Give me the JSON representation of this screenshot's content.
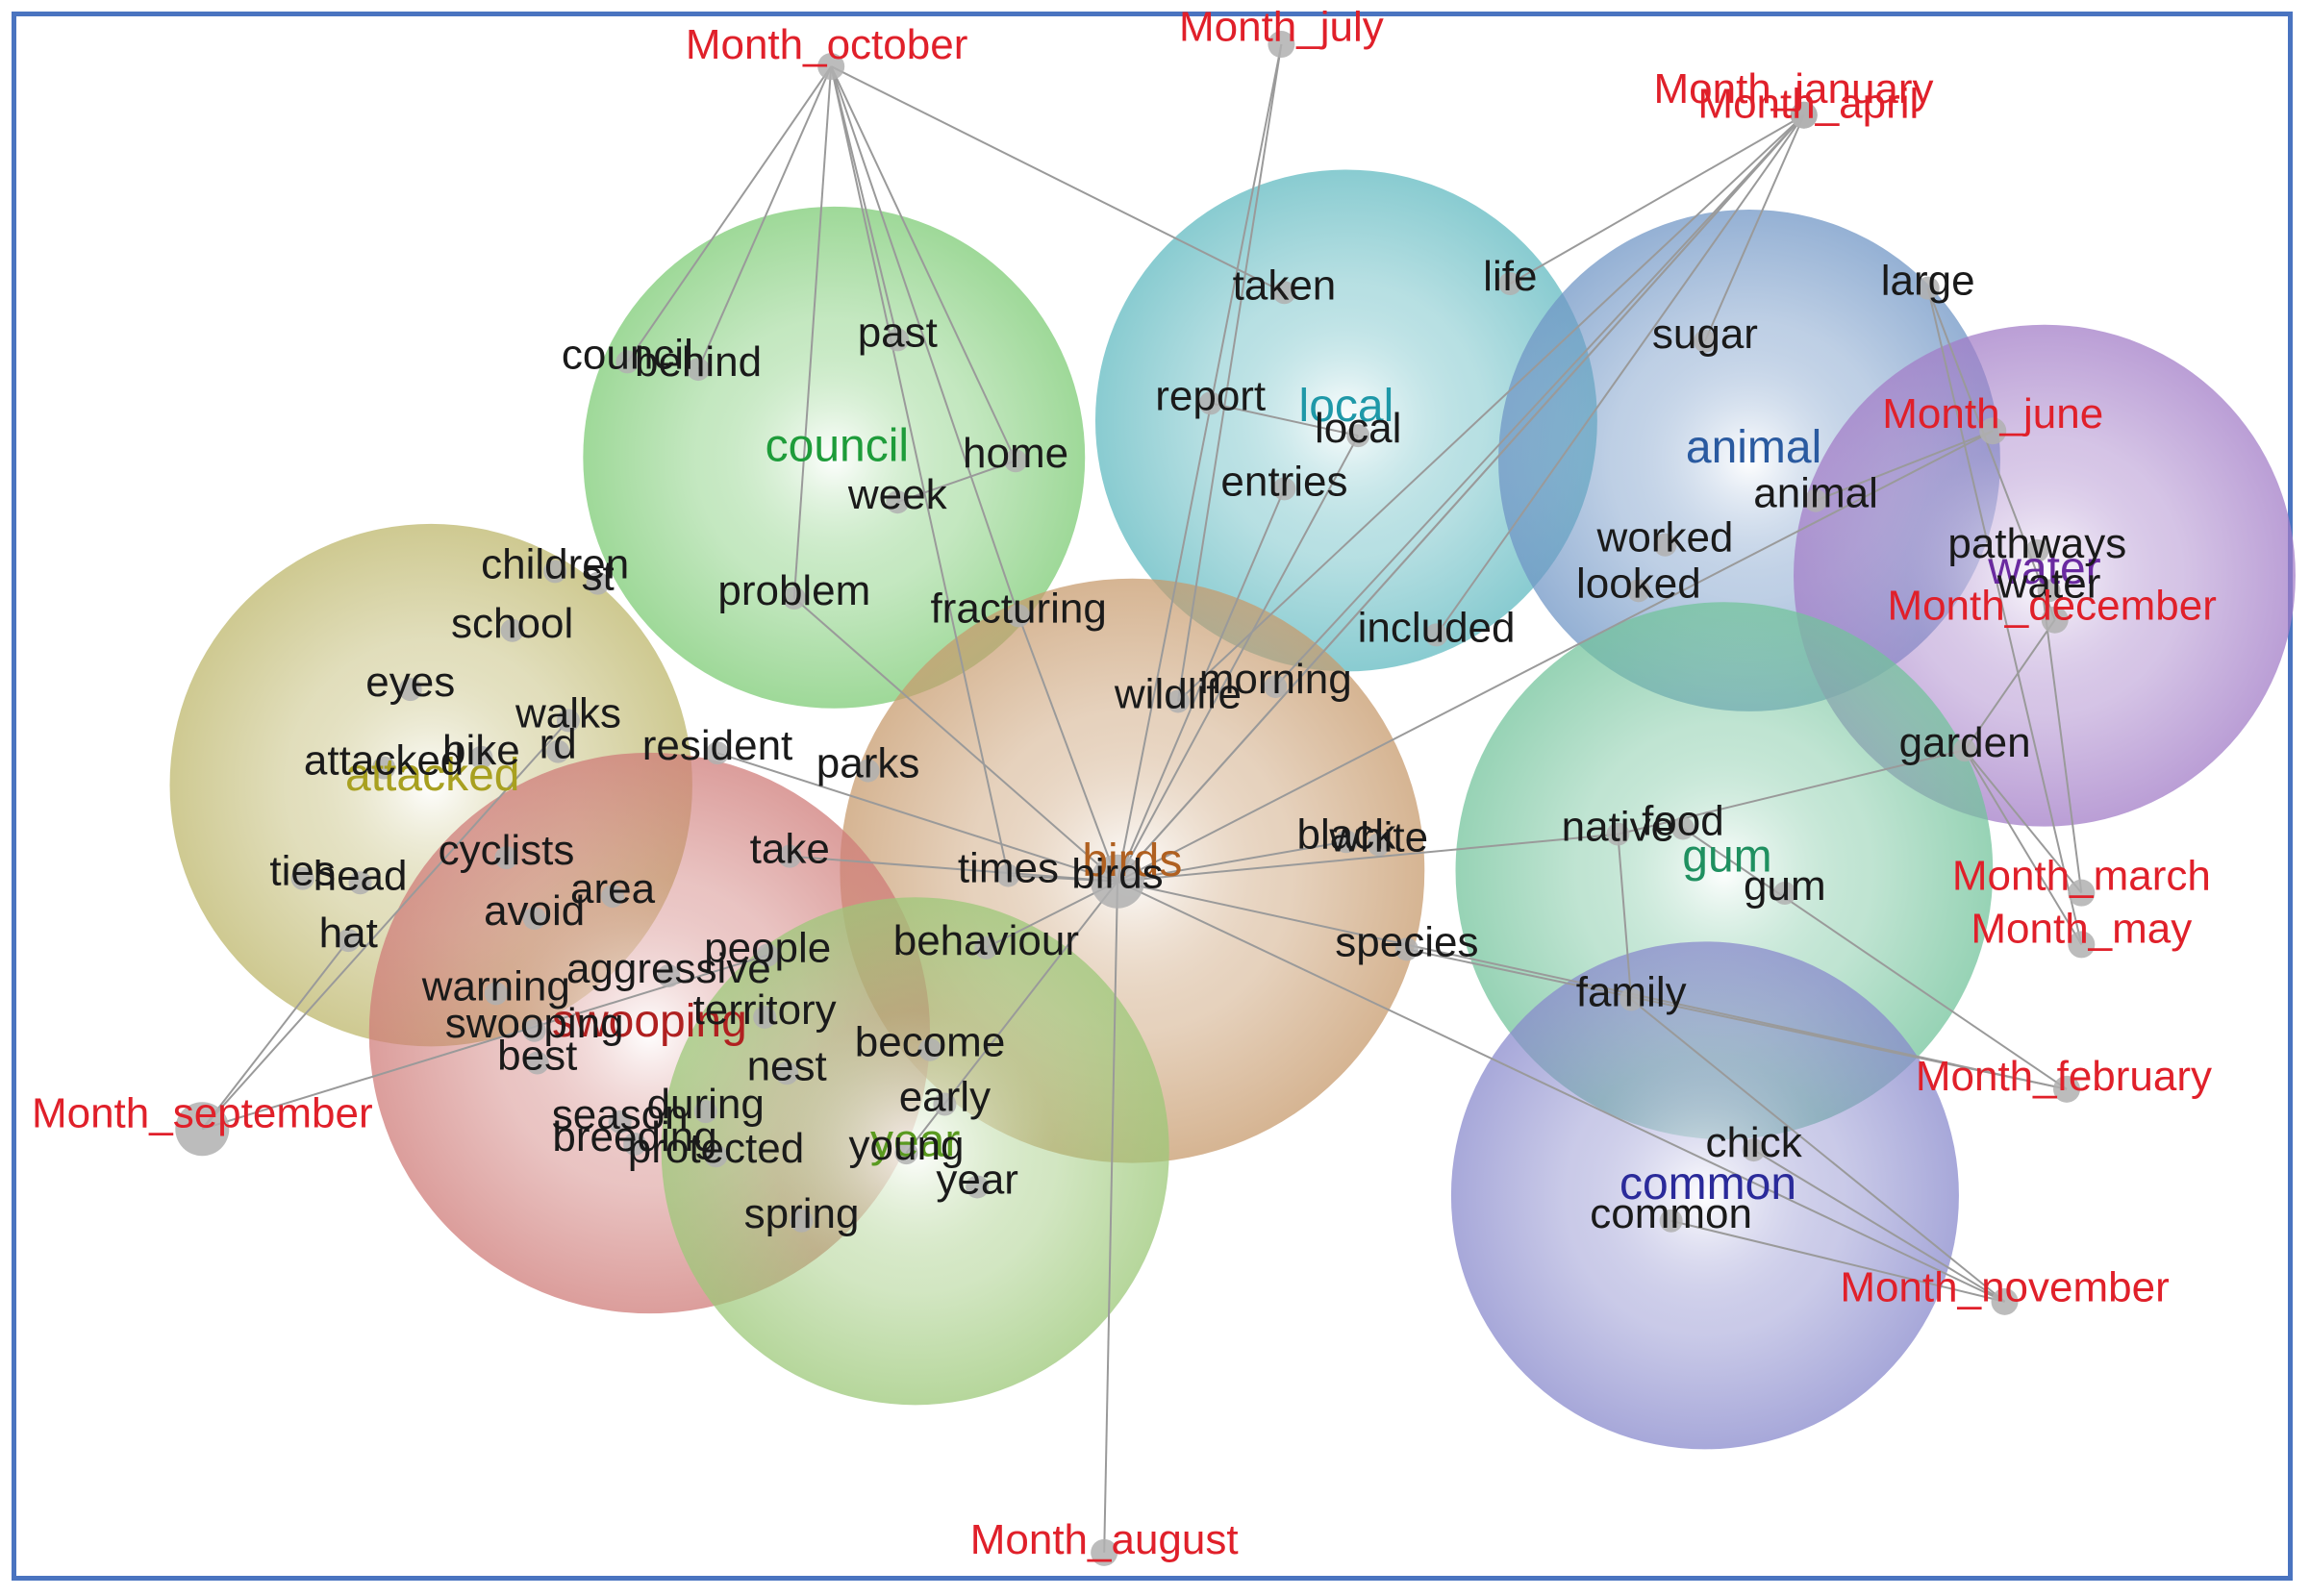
{
  "topics": [
    {
      "id": "council",
      "label": "council",
      "label_color": "#1e9c3a",
      "fill": "#7ccb74"
    },
    {
      "id": "local",
      "label": "local",
      "label_color": "#1e98a8",
      "fill": "#5fb9c0"
    },
    {
      "id": "animal",
      "label": "animal",
      "label_color": "#2a5aa0",
      "fill": "#6f95c5"
    },
    {
      "id": "water",
      "label": "water",
      "label_color": "#6a2aa0",
      "fill": "#a27cc7"
    },
    {
      "id": "attacked",
      "label": "attacked",
      "label_color": "#a8a020",
      "fill": "#bdb66a"
    },
    {
      "id": "birds",
      "label": "birds",
      "label_color": "#b06020",
      "fill": "#c79a6c"
    },
    {
      "id": "gum",
      "label": "gum",
      "label_color": "#1f9060",
      "fill": "#72c39b"
    },
    {
      "id": "swooping",
      "label": "swooping",
      "label_color": "#b02020",
      "fill": "#cf7b78"
    },
    {
      "id": "year",
      "label": "year",
      "label_color": "#5a9a20",
      "fill": "#9cc878"
    },
    {
      "id": "common",
      "label": "common",
      "label_color": "#2a2a9a",
      "fill": "#8889cc"
    }
  ],
  "words": [
    {
      "id": "council_w",
      "text": "council"
    },
    {
      "id": "behind",
      "text": "behind"
    },
    {
      "id": "past",
      "text": "past"
    },
    {
      "id": "home",
      "text": "home"
    },
    {
      "id": "week",
      "text": "week"
    },
    {
      "id": "problem",
      "text": "problem"
    },
    {
      "id": "fracturing",
      "text": "fracturing"
    },
    {
      "id": "taken",
      "text": "taken"
    },
    {
      "id": "life",
      "text": "life"
    },
    {
      "id": "report",
      "text": "report"
    },
    {
      "id": "local_w",
      "text": "local"
    },
    {
      "id": "entries",
      "text": "entries"
    },
    {
      "id": "included",
      "text": "included"
    },
    {
      "id": "sugar",
      "text": "sugar"
    },
    {
      "id": "large",
      "text": "large"
    },
    {
      "id": "animal_w",
      "text": "animal"
    },
    {
      "id": "worked",
      "text": "worked"
    },
    {
      "id": "looked",
      "text": "looked"
    },
    {
      "id": "pathways",
      "text": "pathways"
    },
    {
      "id": "water_w",
      "text": "water"
    },
    {
      "id": "children",
      "text": "children"
    },
    {
      "id": "st",
      "text": "st"
    },
    {
      "id": "school",
      "text": "school"
    },
    {
      "id": "eyes",
      "text": "eyes"
    },
    {
      "id": "walks",
      "text": "walks"
    },
    {
      "id": "attacked_w",
      "text": "attacked"
    },
    {
      "id": "bike",
      "text": "bike"
    },
    {
      "id": "rd",
      "text": "rd"
    },
    {
      "id": "resident",
      "text": "resident"
    },
    {
      "id": "parks",
      "text": "parks"
    },
    {
      "id": "wildlife",
      "text": "wildlife"
    },
    {
      "id": "morning",
      "text": "morning"
    },
    {
      "id": "black",
      "text": "black"
    },
    {
      "id": "white",
      "text": "white"
    },
    {
      "id": "native",
      "text": "native"
    },
    {
      "id": "food",
      "text": "food"
    },
    {
      "id": "gum_w",
      "text": "gum"
    },
    {
      "id": "garden",
      "text": "garden"
    },
    {
      "id": "ties",
      "text": "ties"
    },
    {
      "id": "head",
      "text": "head"
    },
    {
      "id": "cyclists",
      "text": "cyclists"
    },
    {
      "id": "area",
      "text": "area"
    },
    {
      "id": "avoid",
      "text": "avoid"
    },
    {
      "id": "hat",
      "text": "hat"
    },
    {
      "id": "take",
      "text": "take"
    },
    {
      "id": "times",
      "text": "times"
    },
    {
      "id": "birds_w",
      "text": "birds"
    },
    {
      "id": "behaviour",
      "text": "behaviour"
    },
    {
      "id": "species",
      "text": "species"
    },
    {
      "id": "family",
      "text": "family"
    },
    {
      "id": "people",
      "text": "people"
    },
    {
      "id": "aggressive",
      "text": "aggressive"
    },
    {
      "id": "warning",
      "text": "warning"
    },
    {
      "id": "territory",
      "text": "territory"
    },
    {
      "id": "swooping_w",
      "text": "swooping"
    },
    {
      "id": "best",
      "text": "best"
    },
    {
      "id": "become",
      "text": "become"
    },
    {
      "id": "nest",
      "text": "nest"
    },
    {
      "id": "early",
      "text": "early"
    },
    {
      "id": "season",
      "text": "season"
    },
    {
      "id": "during",
      "text": "during"
    },
    {
      "id": "breeding",
      "text": "breeding"
    },
    {
      "id": "protected",
      "text": "protected"
    },
    {
      "id": "young",
      "text": "young"
    },
    {
      "id": "year_w",
      "text": "year"
    },
    {
      "id": "spring",
      "text": "spring"
    },
    {
      "id": "chick",
      "text": "chick"
    },
    {
      "id": "common_w",
      "text": "common"
    }
  ],
  "months": [
    {
      "id": "october",
      "text": "Month_october"
    },
    {
      "id": "july",
      "text": "Month_july"
    },
    {
      "id": "january",
      "text": "Month_january"
    },
    {
      "id": "april",
      "text": "Month_april"
    },
    {
      "id": "june",
      "text": "Month_june"
    },
    {
      "id": "december",
      "text": "Month_december"
    },
    {
      "id": "march",
      "text": "Month_march"
    },
    {
      "id": "may",
      "text": "Month_may"
    },
    {
      "id": "february",
      "text": "Month_february"
    },
    {
      "id": "september",
      "text": "Month_september"
    },
    {
      "id": "november",
      "text": "Month_november"
    },
    {
      "id": "august",
      "text": "Month_august"
    }
  ],
  "edges": [
    [
      "october",
      "council_w"
    ],
    [
      "october",
      "behind"
    ],
    [
      "october",
      "past"
    ],
    [
      "october",
      "taken"
    ],
    [
      "october",
      "problem"
    ],
    [
      "october",
      "fracturing"
    ],
    [
      "october",
      "home"
    ],
    [
      "october",
      "times"
    ],
    [
      "july",
      "birds_w"
    ],
    [
      "july",
      "wildlife"
    ],
    [
      "january",
      "life"
    ],
    [
      "january",
      "sugar"
    ],
    [
      "january",
      "included"
    ],
    [
      "january",
      "birds_w"
    ],
    [
      "april",
      "morning"
    ],
    [
      "april",
      "birds_w"
    ],
    [
      "april",
      "wildlife"
    ],
    [
      "june",
      "animal_w"
    ],
    [
      "june",
      "birds_w"
    ],
    [
      "december",
      "garden"
    ],
    [
      "december",
      "large"
    ],
    [
      "march",
      "garden"
    ],
    [
      "march",
      "pathways"
    ],
    [
      "may",
      "garden"
    ],
    [
      "may",
      "large"
    ],
    [
      "february",
      "species"
    ],
    [
      "february",
      "birds_w"
    ],
    [
      "february",
      "food"
    ],
    [
      "september",
      "hat"
    ],
    [
      "september",
      "walks"
    ],
    [
      "september",
      "people"
    ],
    [
      "november",
      "chick"
    ],
    [
      "november",
      "common_w"
    ],
    [
      "november",
      "birds_w"
    ],
    [
      "november",
      "family"
    ],
    [
      "august",
      "birds_w"
    ],
    [
      "birds_w",
      "fracturing"
    ],
    [
      "birds_w",
      "problem"
    ],
    [
      "birds_w",
      "times"
    ],
    [
      "birds_w",
      "black"
    ],
    [
      "birds_w",
      "behaviour"
    ],
    [
      "birds_w",
      "young"
    ],
    [
      "birds_w",
      "take"
    ],
    [
      "birds_w",
      "resident"
    ],
    [
      "birds_w",
      "native"
    ],
    [
      "birds_w",
      "entries"
    ],
    [
      "birds_w",
      "local_w"
    ],
    [
      "native",
      "family"
    ],
    [
      "native",
      "garden"
    ],
    [
      "report",
      "local_w"
    ],
    [
      "home",
      "week"
    ]
  ]
}
